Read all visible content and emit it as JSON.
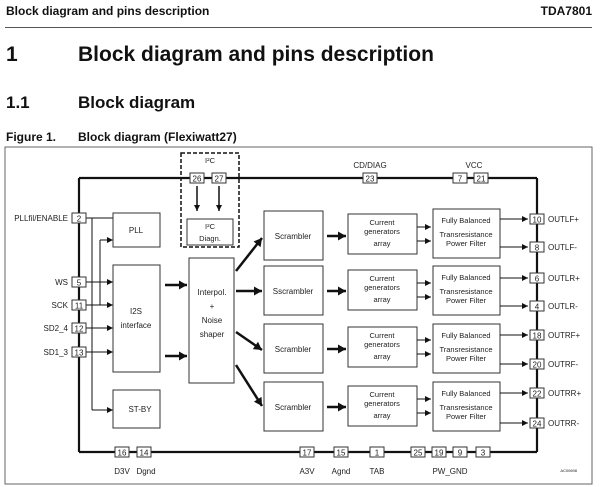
{
  "header": {
    "section": "Block diagram and pins description",
    "part": "TDA7801"
  },
  "heading1": {
    "number": "1",
    "title": "Block diagram and pins description"
  },
  "heading2": {
    "number": "1.1",
    "title": "Block diagram"
  },
  "figure": {
    "label": "Figure 1.",
    "caption": "Block diagram (Flexiwatt27)",
    "code": "AC00698"
  },
  "diagram": {
    "i2c_group_label": "I²C",
    "blocks": {
      "i2c_diag": [
        "I²C",
        "Diagn."
      ],
      "pll": "PLL",
      "i2s": [
        "I2S",
        "interface"
      ],
      "stby": "ST-BY",
      "interpol": [
        "Interpol.",
        "+",
        "Noise",
        "shaper"
      ],
      "scramblers": [
        "Scrambler",
        "Sscrambler",
        "Scrambler",
        "Scrambler"
      ],
      "current_gen": [
        "Current",
        "generators",
        "array"
      ],
      "filter": [
        "Fully Balanced",
        "Transresistance",
        "Power Filter"
      ]
    },
    "left_pins": [
      {
        "pin": "2",
        "label": "PLLfil/ENABLE"
      },
      {
        "pin": "5",
        "label": "WS"
      },
      {
        "pin": "11",
        "label": "SCK"
      },
      {
        "pin": "12",
        "label": "SD2_4"
      },
      {
        "pin": "13",
        "label": "SD1_3"
      }
    ],
    "top_pins": [
      {
        "pin": "26"
      },
      {
        "pin": "27"
      },
      {
        "pin": "23",
        "label": "CD/DIAG"
      },
      {
        "pin": "7"
      },
      {
        "pin": "21"
      }
    ],
    "vcc_label": "VCC",
    "right_pins": [
      {
        "pin": "10",
        "label": "OUTLF+"
      },
      {
        "pin": "8",
        "label": "OUTLF-"
      },
      {
        "pin": "6",
        "label": "OUTLR+"
      },
      {
        "pin": "4",
        "label": "OUTLR-"
      },
      {
        "pin": "18",
        "label": "OUTRF+"
      },
      {
        "pin": "20",
        "label": "OUTRF-"
      },
      {
        "pin": "22",
        "label": "OUTRR+"
      },
      {
        "pin": "24",
        "label": "OUTRR-"
      }
    ],
    "bottom_pins": [
      {
        "pin": "16",
        "label": "D3V"
      },
      {
        "pin": "14",
        "label": "Dgnd"
      },
      {
        "pin": "17",
        "label": "A3V"
      },
      {
        "pin": "15",
        "label": "Agnd"
      },
      {
        "pin": "1",
        "label": "TAB"
      },
      {
        "pin": "25"
      },
      {
        "pin": "19"
      },
      {
        "pin": "9"
      },
      {
        "pin": "3"
      }
    ],
    "pw_gnd_label": "PW_GND"
  }
}
